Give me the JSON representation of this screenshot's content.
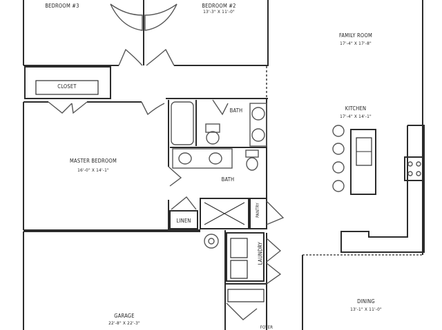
{
  "rooms": {
    "bedroom3": {
      "name": "Bedroom #3"
    },
    "bedroom2": {
      "name": "Bedroom #2",
      "dims": "13'-3\" x 11'-0\""
    },
    "family_room": {
      "name": "Family Room",
      "dims": "17'-4\" x 17'-8\""
    },
    "closet": {
      "name": "Closet"
    },
    "kitchen": {
      "name": "Kitchen",
      "dims": "17'-4\" x 14'-1\""
    },
    "bath_upper": {
      "name": "Bath"
    },
    "master_bedroom": {
      "name": "Master Bedroom",
      "dims": "16'-0\" x 14'-1\""
    },
    "bath_lower": {
      "name": "Bath"
    },
    "linen": {
      "name": "Linen"
    },
    "pantry": {
      "name": "Pantry"
    },
    "laundry": {
      "name": "Laundry"
    },
    "garage": {
      "name": "Garage",
      "dims": "22'-8\" x 22'-3\""
    },
    "dining": {
      "name": "Dining",
      "dims": "13'-1\" x 11'-0\""
    },
    "foyer": {
      "name": "Foyer"
    }
  },
  "colors": {
    "wall": "#2b2b2b",
    "fixture": "#555555",
    "background": "#ffffff"
  }
}
